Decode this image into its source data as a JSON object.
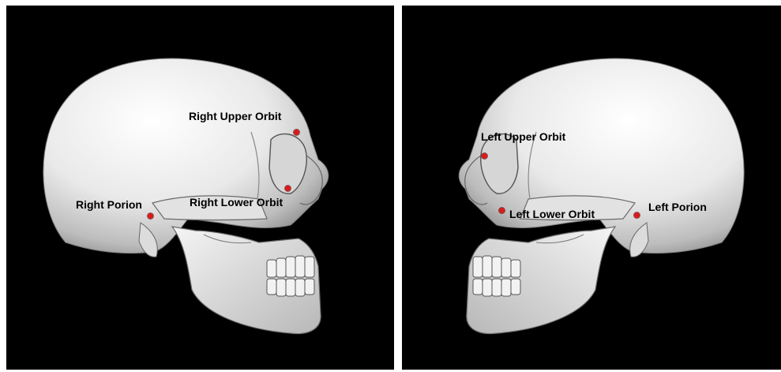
{
  "colors": {
    "background": "#000000",
    "landmark": "#d91a1a",
    "label": "#000000",
    "bone": "#ececec"
  },
  "panels": {
    "right_view": {
      "landmarks": {
        "upper_orbit": "Right Upper Orbit",
        "lower_orbit": "Right Lower Orbit",
        "porion": "Right Porion"
      }
    },
    "left_view": {
      "landmarks": {
        "upper_orbit": "Left Upper Orbit",
        "lower_orbit": "Left Lower Orbit",
        "porion": "Left Porion"
      }
    }
  }
}
